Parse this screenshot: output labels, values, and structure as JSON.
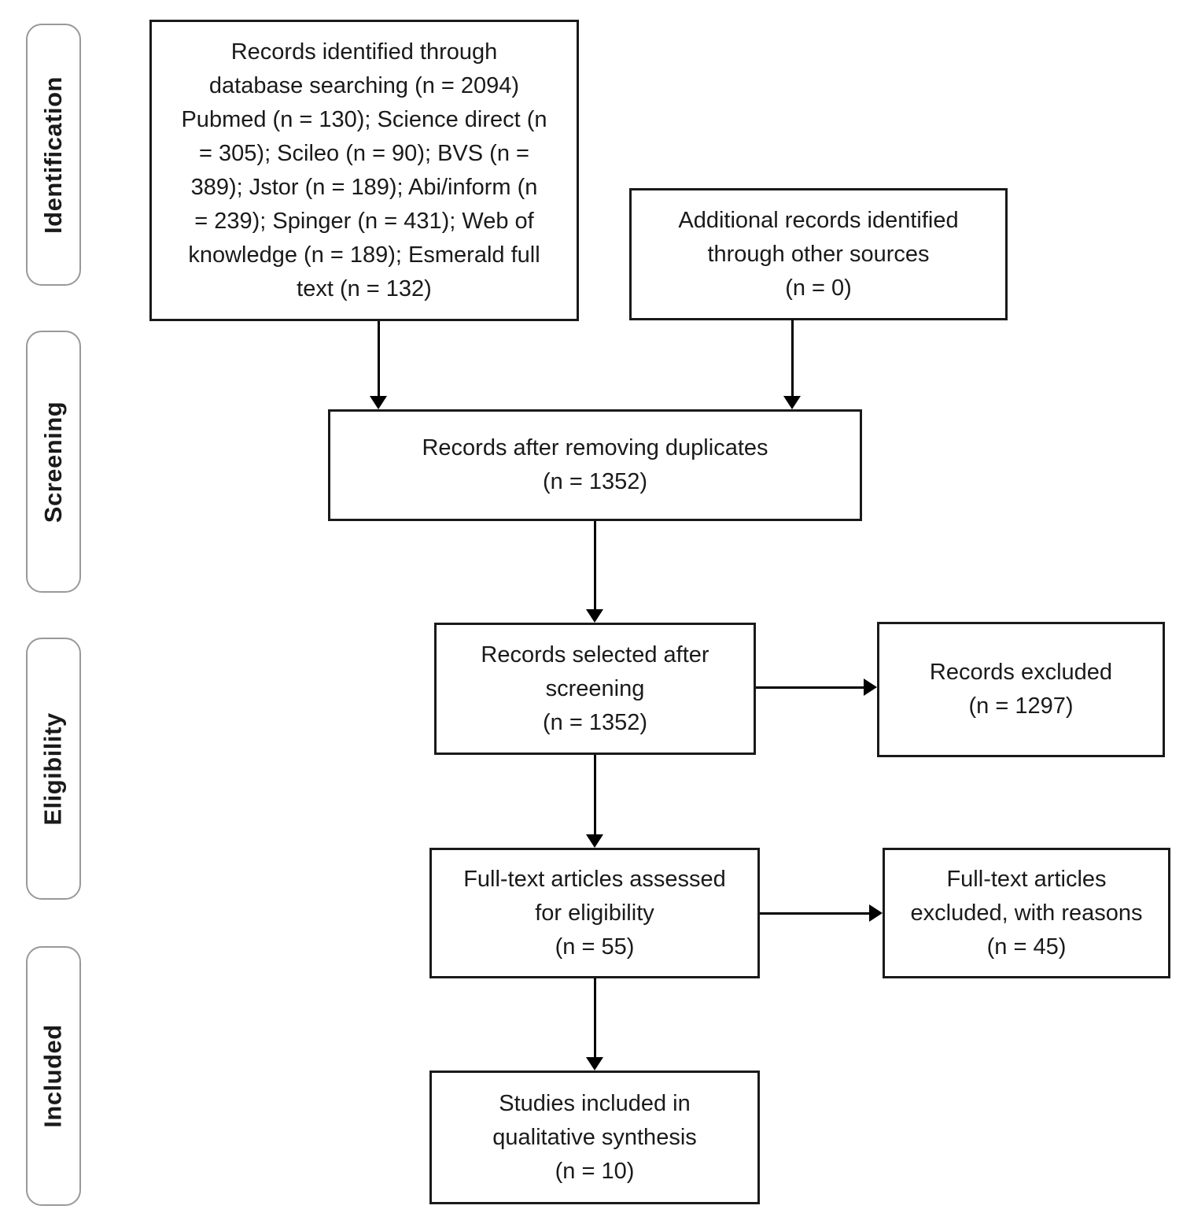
{
  "stages": [
    {
      "label": "Identification"
    },
    {
      "label": "Screening"
    },
    {
      "label": "Eligibility"
    },
    {
      "label": "Included"
    }
  ],
  "boxes": {
    "identified": {
      "lines": [
        "Records identified through",
        "database searching (n = 2094)",
        "Pubmed (n = 130); Science direct (n",
        "= 305); Scileo (n = 90); BVS (n =",
        "389); Jstor (n = 189); Abi/inform (n",
        "= 239); Spinger (n = 431); Web of",
        "knowledge (n = 189); Esmerald full",
        "text (n = 132)"
      ]
    },
    "additional": {
      "lines": [
        "Additional records identified",
        "through other sources",
        "(n = 0)"
      ]
    },
    "after_duplicates": {
      "lines": [
        "Records after removing duplicates",
        "(n = 1352)"
      ]
    },
    "screened": {
      "lines": [
        "Records selected after",
        "screening",
        "(n = 1352)"
      ]
    },
    "records_excluded": {
      "lines": [
        "Records excluded",
        "(n = 1297)"
      ]
    },
    "fulltext_assessed": {
      "lines": [
        "Full-text articles assessed",
        "for eligibility",
        "(n = 55)"
      ]
    },
    "fulltext_excluded": {
      "lines": [
        "Full-text articles",
        "excluded, with reasons",
        "(n = 45)"
      ]
    },
    "included_studies": {
      "lines": [
        "Studies included in",
        "qualitative synthesis",
        "(n = 10)"
      ]
    }
  },
  "colors": {
    "box_border": "#1a1a1a",
    "stage_border": "#999999",
    "text": "#1a1a1a",
    "arrow": "#000000",
    "background": "#ffffff"
  }
}
